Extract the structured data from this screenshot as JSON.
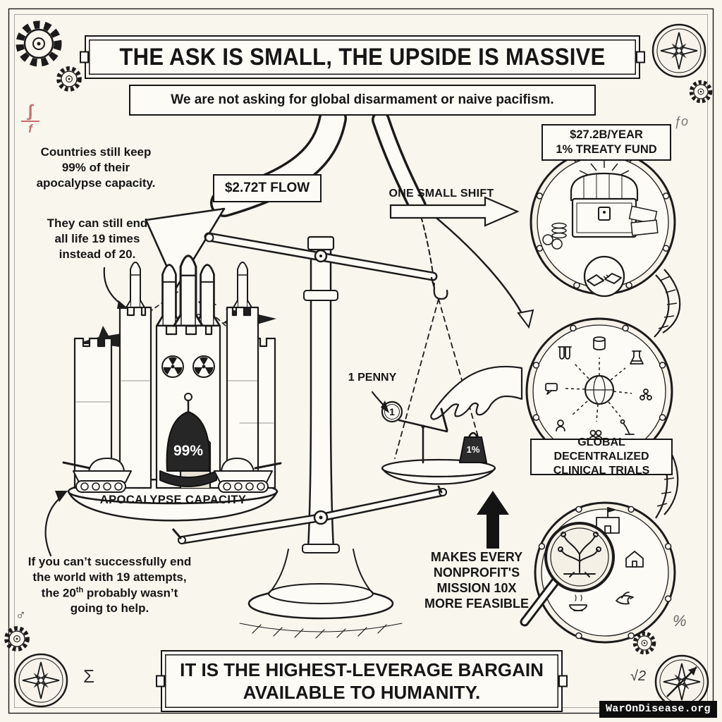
{
  "banners": {
    "title": "THE ASK IS SMALL, THE UPSIDE IS MASSIVE",
    "subtitle": "We are not asking for global disarmament or naive pacifism.",
    "footer": "IT IS THE HIGHEST-LEVERAGE BARGAIN\nAVAILABLE TO HUMANITY."
  },
  "left_notes": {
    "note1_pre": "Countries still keep ",
    "note1_bold": "99%",
    "note1_post": " of their apocalypse capacity.",
    "note2_pre": "They can still end ",
    "note2_bold": "all life 19 times",
    "note2_post": " instead of 20.",
    "note3_pre": "If you can’t successfully end the world with 19 attempts, the 20",
    "note3_sup": "th",
    "note3_post": " probably wasn’t going to help."
  },
  "flow": {
    "main_flow_label": "$2.72T FLOW",
    "shift_label": "ONE SMALL SHIFT"
  },
  "scale": {
    "bell_label": "99%",
    "pan_label": "APOCALYPSE CAPACITY",
    "penny_caption": "1 PENNY",
    "penny_face": "1",
    "weight_label": "1%"
  },
  "right_column": {
    "treaty_fund_label": "$27.2B/YEAR\n1% TREATY FUND",
    "clinical_trials_label": "GLOBAL DECENTRALIZED\nCLINICAL TRIALS",
    "nonprofit_label": "MAKES EVERY\nNONPROFIT'S\nMISSION 10X\nMORE FEASIBLE"
  },
  "decor": {
    "integral_top": "∫",
    "integral_bottom": "f",
    "function_symbol": "ƒo",
    "sigma": "Σ",
    "sqrt_two": "√2",
    "percent": "%",
    "mars": "♂"
  },
  "source": {
    "watermark": "WarOnDisease.org"
  },
  "colors": {
    "ink": "#1b1b1b",
    "paper": "#fdfbf6",
    "accent_pink": "#c96f6f"
  }
}
